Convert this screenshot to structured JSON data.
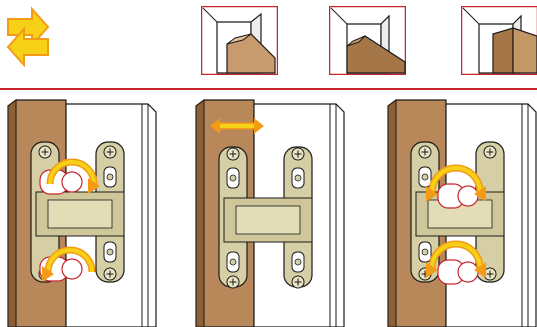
{
  "icons": {
    "swap": "swap-direction-arrows-icon",
    "horizontal": "horizontal-adjust-arrow-icon",
    "rotate": "rotate-adjust-arrow-icon"
  },
  "adjustment_views": [
    "depth-adjustment",
    "horizontal-adjustment",
    "height-adjustment"
  ],
  "colors": {
    "accent_red": "#c8242c",
    "arrow_yellow": "#f7d117",
    "arrow_orange": "#f39a16",
    "wood": "#b8875a",
    "wood_dark": "#8c5f36",
    "metal": "#d6cfa6",
    "frame": "#ffffff",
    "outline": "#1a1a1a"
  }
}
